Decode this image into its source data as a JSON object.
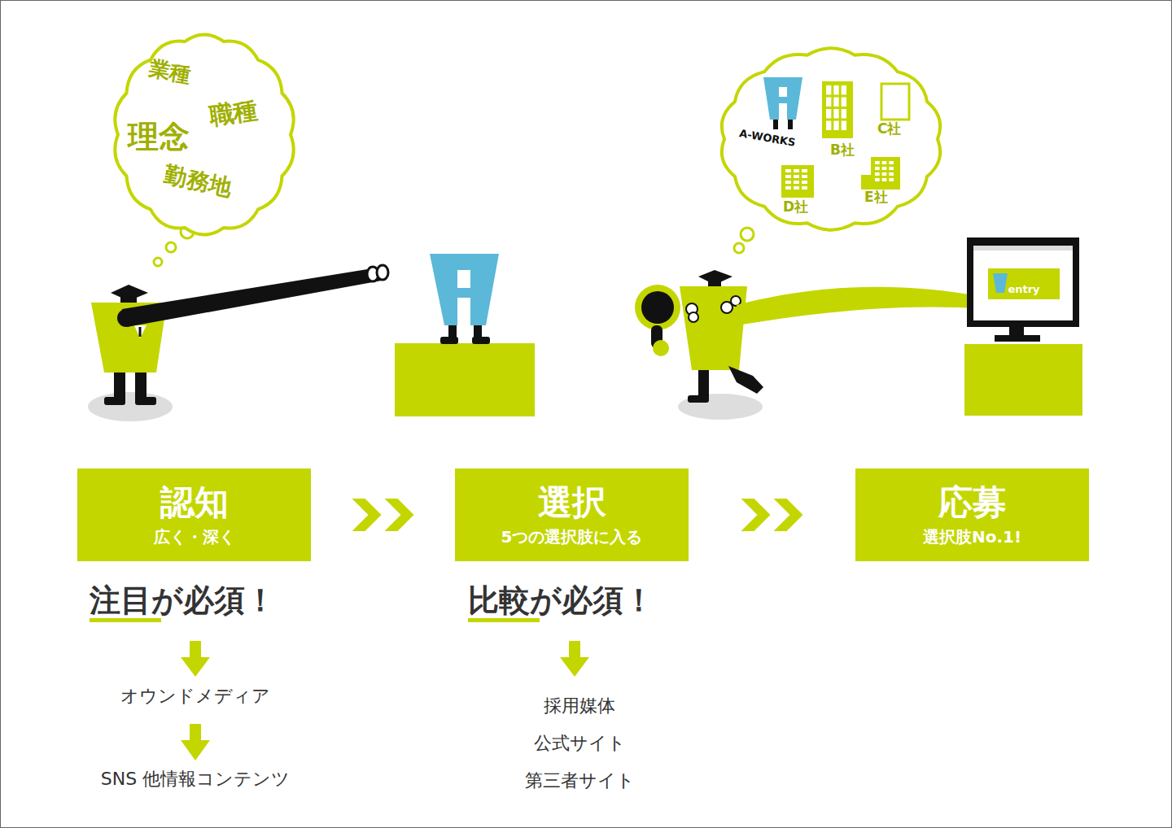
{
  "diagram": {
    "nodes": [
      {
        "text": [
          "業種",
          "職種",
          "理念",
          "勤務地"
        ]
      },
      {
        "text": [
          "A-WORKS",
          "B社",
          "C社",
          "D社",
          "E社"
        ]
      },
      {
        "text": [
          "認知",
          "広く・深く"
        ]
      },
      {
        "text": [
          "選択",
          "5つの選択肢に入る"
        ]
      },
      {
        "text": [
          "応募",
          "選択肢No.1!"
        ]
      }
    ],
    "edges": [
      {
        "from": 2,
        "to": 3,
        "arrow": "to"
      },
      {
        "from": 3,
        "to": 4,
        "arrow": "to"
      }
    ],
    "labels": [
      "entry",
      "注目が必須！",
      "オウンドメディア",
      "SNS 他情報コンテンツ",
      "比較が必須！",
      "採用媒体",
      "公式サイト",
      "第三者サイト"
    ]
  }
}
